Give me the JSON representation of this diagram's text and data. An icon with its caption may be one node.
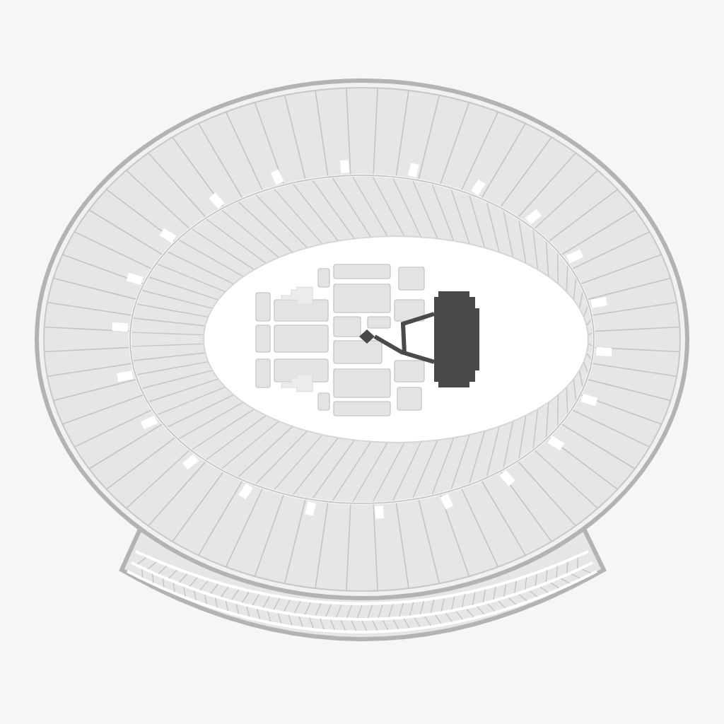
{
  "diagram": {
    "nodes": [
      {
        "text": [],
        "shape": "box"
      },
      {
        "text": [],
        "shape": "diamond"
      }
    ],
    "edges": [
      {
        "from": 0,
        "to": 1,
        "arrow": "none"
      }
    ]
  }
}
